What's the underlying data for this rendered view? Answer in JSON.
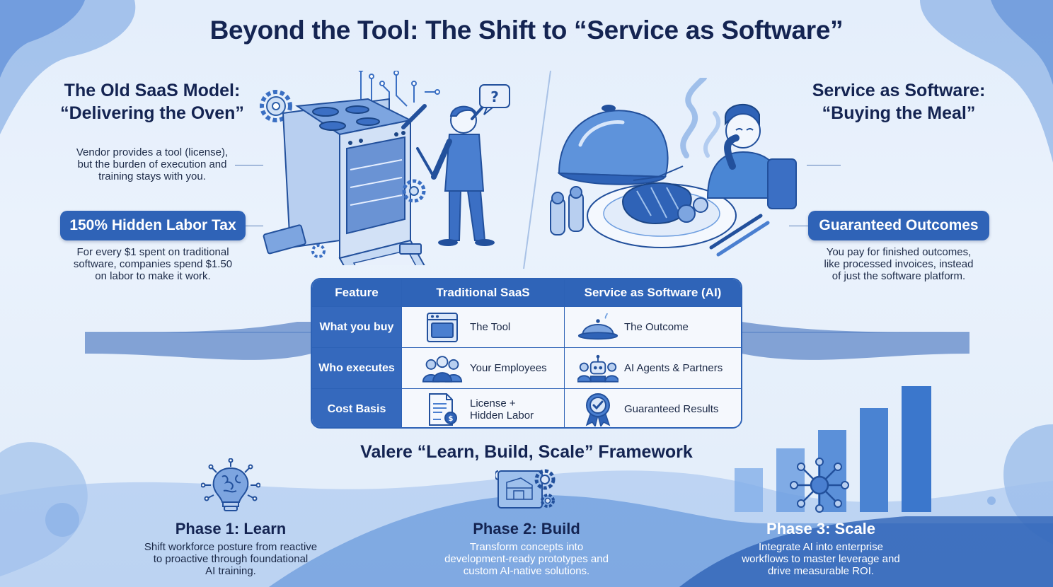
{
  "title": "Beyond the Tool: The Shift to “Service as Software”",
  "left_panel": {
    "title_line1": "The Old SaaS Model:",
    "title_line2": "“Delivering the Oven”",
    "desc_lines": [
      "Vendor provides a tool (license),",
      "but the burden of execution and",
      "training stays with you."
    ],
    "badge": "150% Hidden Labor Tax",
    "stat_lines": [
      "For every $1 spent on traditional",
      "software, companies spend $1.50",
      "on labor to make it work."
    ]
  },
  "right_panel": {
    "title_line1": "Service as Software:",
    "title_line2": "“Buying the Meal”",
    "badge": "Guaranteed Outcomes",
    "desc_lines": [
      "You pay for finished outcomes,",
      "like processed invoices, instead",
      "of just the software platform."
    ]
  },
  "table": {
    "headers": [
      "Feature",
      "Traditional SaaS",
      "Service as Software (AI)"
    ],
    "rows": [
      {
        "feature": "What you buy",
        "saas": "The Tool",
        "saas_icon": "oven-icon",
        "ai": "The Outcome",
        "ai_icon": "cloche-icon"
      },
      {
        "feature": "Who executes",
        "saas": "Your Employees",
        "saas_icon": "employees-icon",
        "ai": "AI Agents & Partners",
        "ai_icon": "robot-team-icon"
      },
      {
        "feature": "Cost Basis",
        "saas_lines": [
          "License +",
          "Hidden Labor"
        ],
        "saas_icon": "invoice-icon",
        "ai": "Guaranteed Results",
        "ai_icon": "badge-check-icon"
      }
    ]
  },
  "framework": {
    "title": "Valere “Learn, Build, Scale” Framework",
    "phases": [
      {
        "title": "Phase 1: Learn",
        "icon": "brain-bulb-icon",
        "lines": [
          "Shift workforce posture from reactive",
          "to proactive through foundational",
          "AI training."
        ]
      },
      {
        "title": "Phase 2: Build",
        "icon": "blueprint-gear-icon",
        "lines": [
          "Transform concepts into",
          "development-ready prototypes and",
          "custom AI-native solutions."
        ]
      },
      {
        "title": "Phase 3: Scale",
        "icon": "network-icon",
        "lines": [
          "Integrate AI into enterprise",
          "workflows to master leverage and",
          "drive measurable ROI."
        ]
      }
    ]
  },
  "colors": {
    "primary": "#2f63b7",
    "navy": "#142452",
    "light_bg": "#e4eefb",
    "accent": "#4d86d4"
  }
}
